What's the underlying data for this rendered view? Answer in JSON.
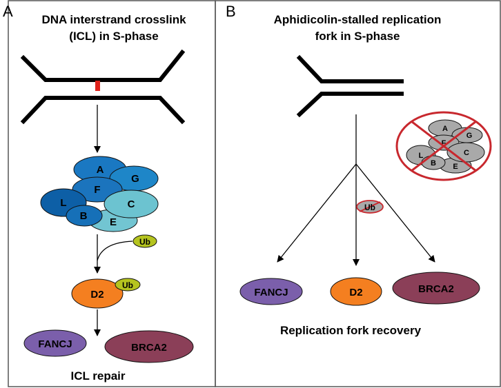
{
  "panel_a": {
    "letter": "A",
    "title_line1": "DNA interstrand crosslink",
    "title_line2": "(ICL) in S-phase",
    "complex": {
      "A": "A",
      "G": "G",
      "F": "F",
      "L": "L",
      "C": "C",
      "B": "B",
      "E": "E"
    },
    "ub_label": "Ub",
    "d2_label": "D2",
    "d2_ub_label": "Ub",
    "fancj_label": "FANCJ",
    "brca2_label": "BRCA2",
    "footer": "ICL repair"
  },
  "panel_b": {
    "letter": "B",
    "title_line1": "Aphidicolin-stalled replication",
    "title_line2": "fork in S-phase",
    "complex": {
      "A": "A",
      "G": "G",
      "F": "F",
      "L": "L",
      "C": "C",
      "B": "B",
      "E": "E"
    },
    "ub_label": "Ub",
    "fancj_label": "FANCJ",
    "d2_label": "D2",
    "brca2_label": "BRCA2",
    "footer": "Replication fork recovery"
  },
  "colors": {
    "frame": "#555555",
    "dna": "#000000",
    "crosslink": "#e0231c",
    "no_sign": "#c8282e",
    "core_A": "#1a78c2",
    "core_G": "#1e86c8",
    "core_F": "#1b74bd",
    "core_L": "#0d5fa6",
    "core_B": "#1670b8",
    "core_C": "#6cc3d0",
    "core_E": "#72c5d2",
    "inactive_core": "#a9a9a9",
    "ub": "#b5c41f",
    "d2": "#f47f20",
    "fancj": "#7b5fab",
    "brca2": "#8b3f58"
  }
}
